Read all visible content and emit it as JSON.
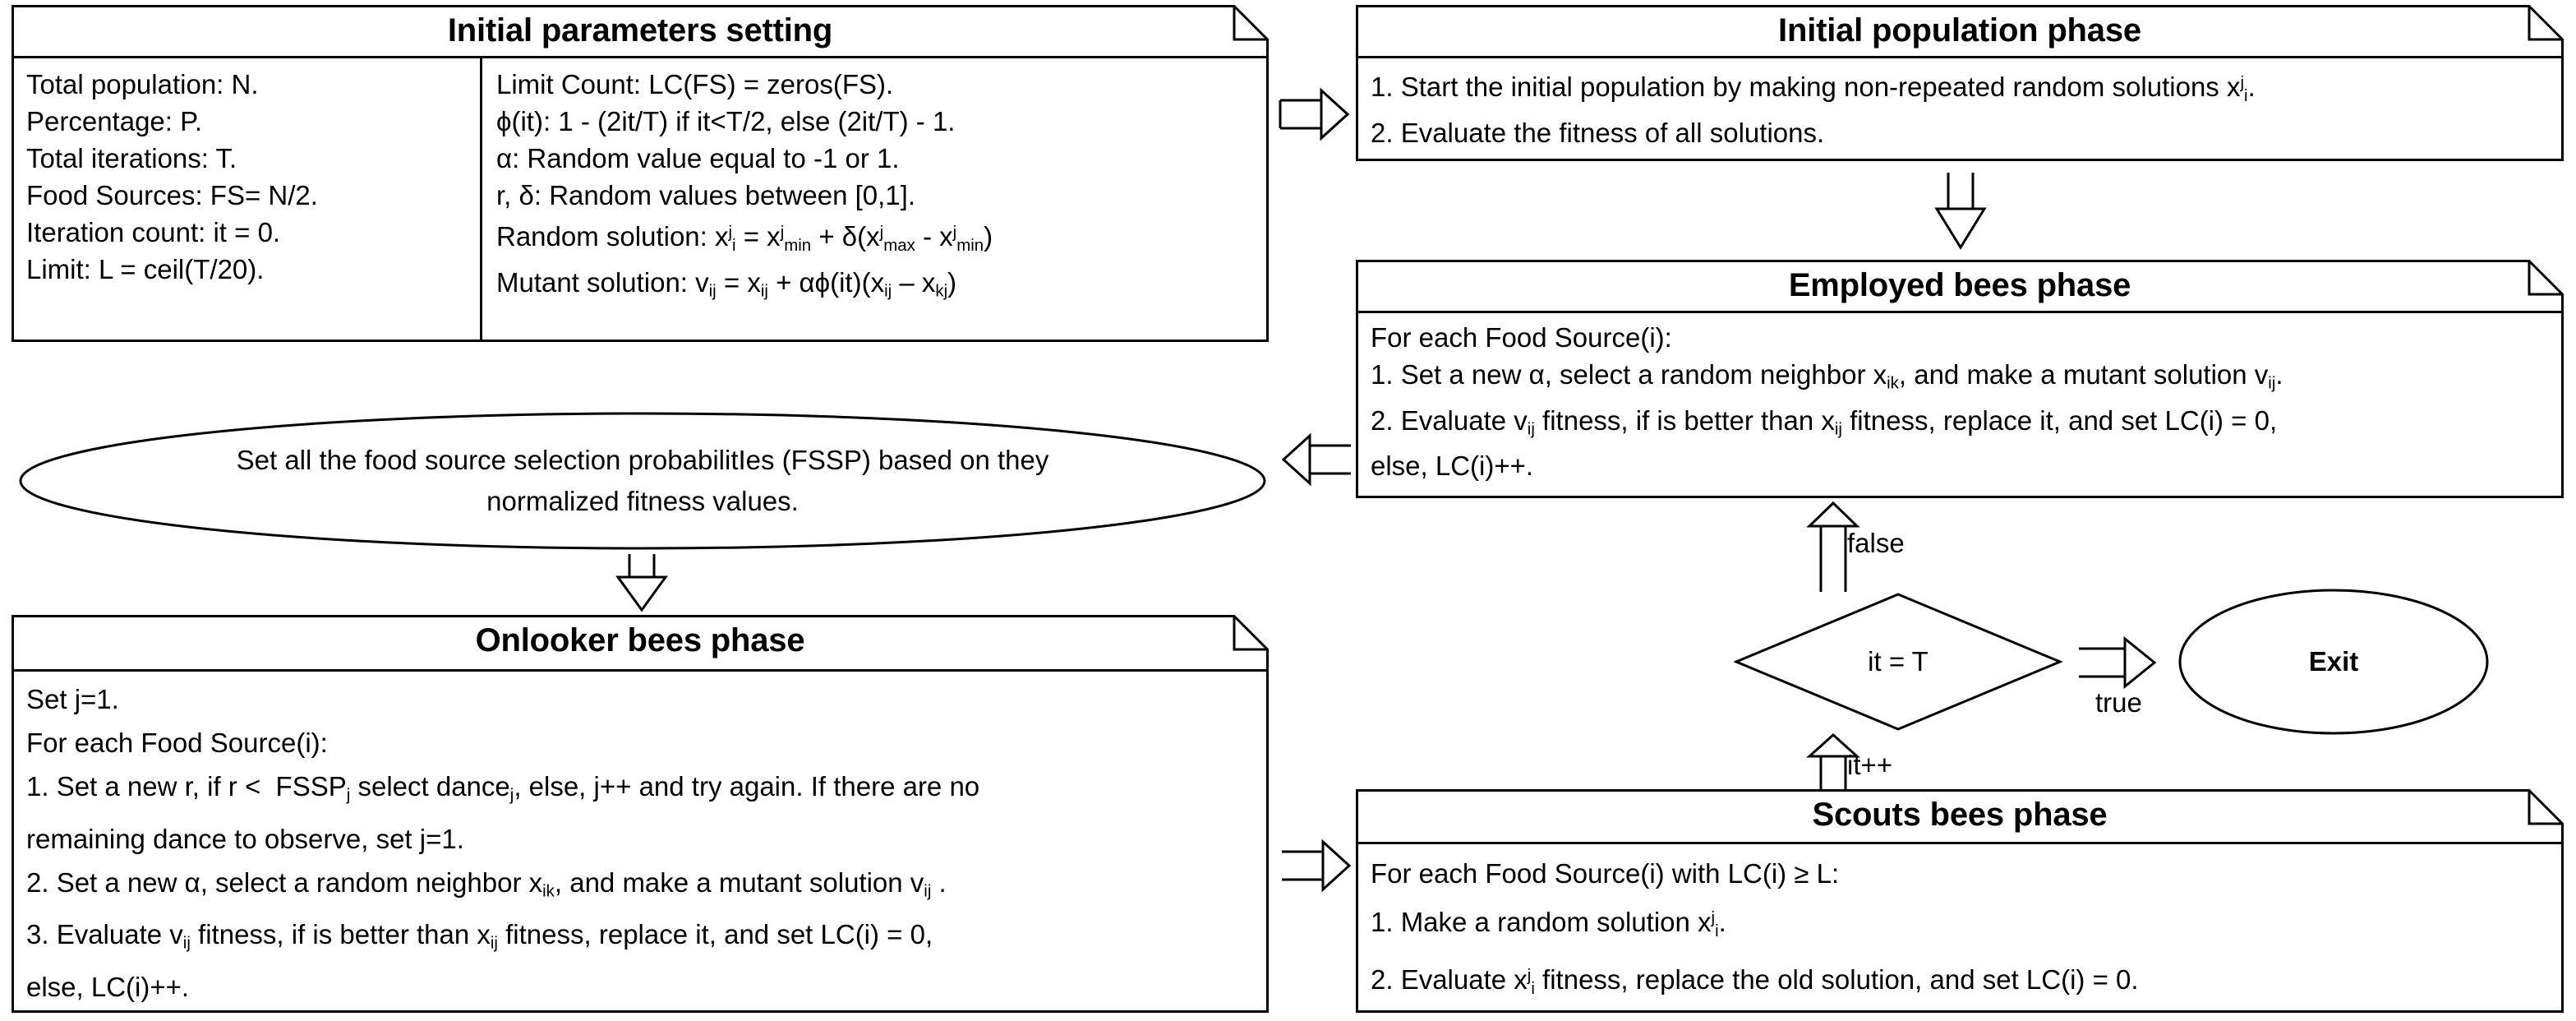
{
  "diagram": {
    "title_semantic": "artificial-bee-colony-algorithm-flowchart",
    "colors": {
      "stroke": "#000000",
      "background": "#ffffff"
    }
  },
  "boxes": {
    "initial_parameters": {
      "title": "Initial parameters setting",
      "left_column": [
        "Total population: N.",
        "Percentage: P.",
        "Total iterations: T.",
        "Food Sources: FS= N/2.",
        "Iteration count: it = 0.",
        "Limit: L = ceil(T/20)."
      ],
      "right_column": [
        "Limit Count: LC(FS) = zeros(FS).",
        "ϕ(it): 1 - (2it/T) if it<T/2, else (2it/T) - 1.",
        "α: Random value equal to -1 or 1.",
        "r, δ: Random values between [0,1].",
        "Random solution: x(j,i) = x(j,min) + δ(x(j,max) - x(j,min))",
        "Mutant solution: v(ij) = x(ij) + αϕ(it)(x(ij) – x(kj))"
      ]
    },
    "initial_population": {
      "title": "Initial population phase",
      "lines": [
        "1. Start the initial population by making non-repeated random solutions x(j,i).",
        "2. Evaluate the fitness of all solutions."
      ]
    },
    "employed_bees": {
      "title": "Employed bees phase",
      "lines": [
        "For each Food Source(i):",
        "1. Set a new α, select a random neighbor x(ik), and make a mutant solution v(ij).",
        "2. Evaluate v(ij) fitness, if is better than x(ij) fitness, replace it, and set LC(i) = 0,",
        "else, LC(i)++."
      ]
    },
    "onlooker_bees": {
      "title": "Onlooker bees phase",
      "lines": [
        "Set j=1.",
        "For each Food Source(i):",
        "1. Set a new r, if r <  FSSP(j) select dance(j), else, j++ and try again. If there are no",
        "remaining dance to observe, set j=1.",
        "2. Set a new α, select a random neighbor x(ik), and make a mutant solution v(ij) .",
        "3. Evaluate v(ij) fitness, if is better than x(ij) fitness, replace it, and set LC(i) = 0,",
        "else, LC(i)++."
      ]
    },
    "scouts_bees": {
      "title": "Scouts bees phase",
      "lines": [
        "For each Food Source(i) with LC(i) ≥ L:",
        "1. Make a random solution x(j,i).",
        "2. Evaluate x(j,i) fitness, replace the old solution, and set LC(i) = 0."
      ]
    }
  },
  "shapes": {
    "fssp_ellipse": {
      "line1": "Set all the food source selection probabilitIes (FSSP) based on they",
      "line2": "normalized fitness values."
    },
    "decision": {
      "label": "it = T"
    },
    "exit": {
      "label": "Exit"
    }
  },
  "arrow_labels": {
    "false": "false",
    "true": "true",
    "increment": "it++"
  }
}
